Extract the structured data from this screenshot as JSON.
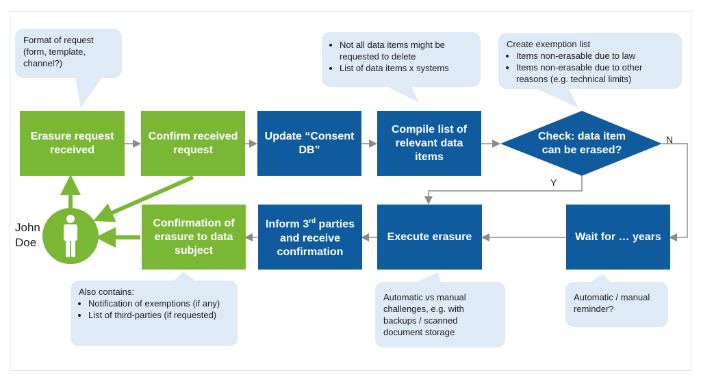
{
  "nodes": {
    "erasure_request": "Erasure request received",
    "confirm_received": "Confirm received request",
    "update_consent": "Update “Consent DB”",
    "compile_list": "Compile list of relevant data items",
    "check_decision": "Check: data item can be erased?",
    "wait_for": "Wait for … years",
    "execute_erasure": "Execute erasure",
    "inform_parties_prefix": "Inform 3",
    "inform_parties_sup": "rd",
    "inform_parties_suffix": "parties and receive confirmation",
    "confirmation_erasure": "Confirmation of erasure to data subject"
  },
  "edge_labels": {
    "no": "N",
    "yes": "Y"
  },
  "person": {
    "name_line1": "John",
    "name_line2": "Doe"
  },
  "callouts": {
    "format": "Format of request (form, template, channel?)",
    "data_items": [
      "Not all data items might be requested to delete",
      "List of data items x systems"
    ],
    "exemption_title": "Create exemption list",
    "exemption_items": [
      "Items non-erasable due to law",
      "Items non-erasable due to other reasons (e.g. technical limits)"
    ],
    "also_contains_title": "Also contains:",
    "also_contains_items": [
      "Notification of exemptions (if any)",
      "List of third-parties (if requested)"
    ],
    "automatic_manual": "Automatic vs manual challenges, e.g. with backups / scanned document storage",
    "reminder": "Automatic / manual reminder?"
  },
  "colors": {
    "green": "#7ab735",
    "blue": "#0f5b9e",
    "callout": "#deebf7",
    "arrow": "#8a8a8a"
  }
}
